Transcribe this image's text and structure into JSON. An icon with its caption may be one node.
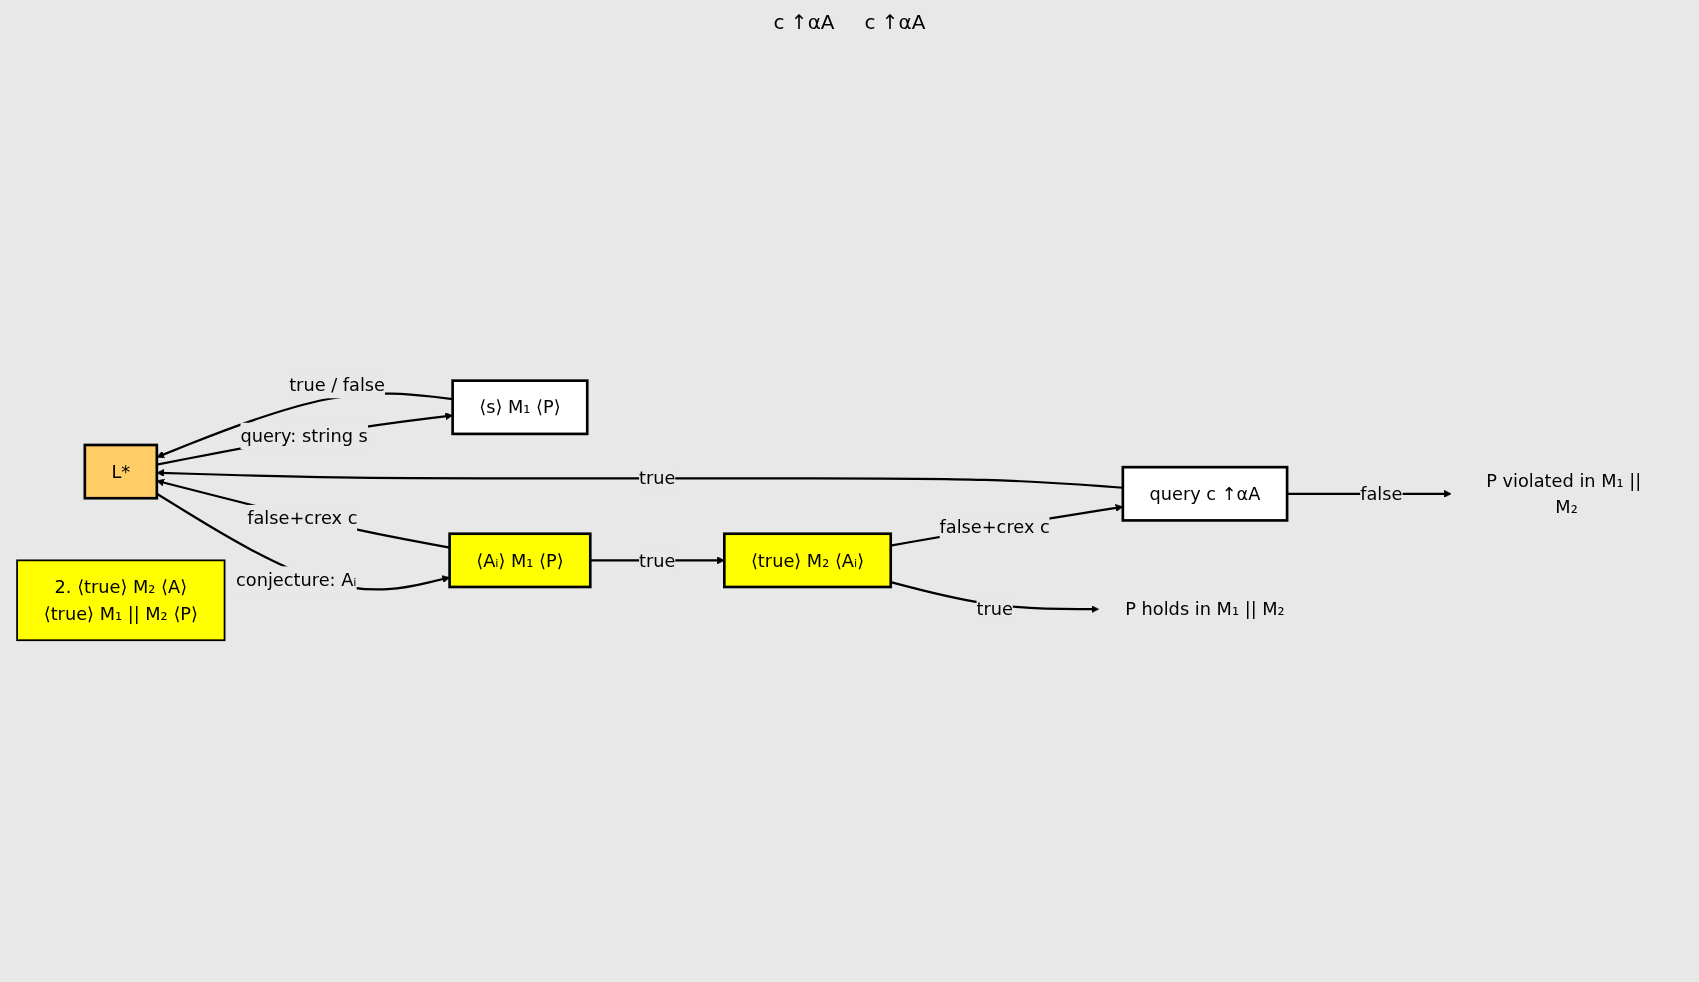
{
  "diagram": {
    "nodes": [
      {
        "text": [
          "L*"
        ]
      },
      {
        "text": [
          "⟨s⟩ M₁ ⟨P⟩"
        ]
      },
      {
        "text": [
          "⟨Aᵢ⟩ M₁ ⟨P⟩"
        ]
      },
      {
        "text": [
          "⟨true⟩ M₂ ⟨Aᵢ⟩"
        ]
      },
      {
        "text": [
          "query c ↑αA"
        ]
      },
      {
        "text": [
          "P holds in M₁ || M₂"
        ]
      },
      {
        "text": [
          "P violated in M₁ || M₂"
        ]
      },
      {
        "text": [
          "2. ⟨true⟩ M₂ ⟨A⟩",
          "⟨true⟩ M₁ || M₂ ⟨P⟩"
        ]
      }
    ],
    "edges": [
      {
        "from": 1,
        "to": 0,
        "arrow": "to",
        "label": "true / false"
      },
      {
        "from": 0,
        "to": 1,
        "arrow": "to",
        "label": "query: string s"
      },
      {
        "from": 2,
        "to": 0,
        "arrow": "to",
        "label": "false+crex c"
      },
      {
        "from": 0,
        "to": 2,
        "arrow": "to",
        "label": "conjecture: Aᵢ"
      },
      {
        "from": 2,
        "to": 3,
        "arrow": "to",
        "label": "true"
      },
      {
        "from": 3,
        "to": 5,
        "arrow": "to",
        "label": "true"
      },
      {
        "from": 3,
        "to": 4,
        "arrow": "to",
        "label": "false+crex c"
      },
      {
        "from": 4,
        "to": 6,
        "arrow": "to",
        "label": "false"
      },
      {
        "from": 4,
        "to": 0,
        "arrow": "to",
        "label": "true"
      }
    ],
    "labels": [
      "c ↑αA",
      "c ↑αA"
    ]
  }
}
